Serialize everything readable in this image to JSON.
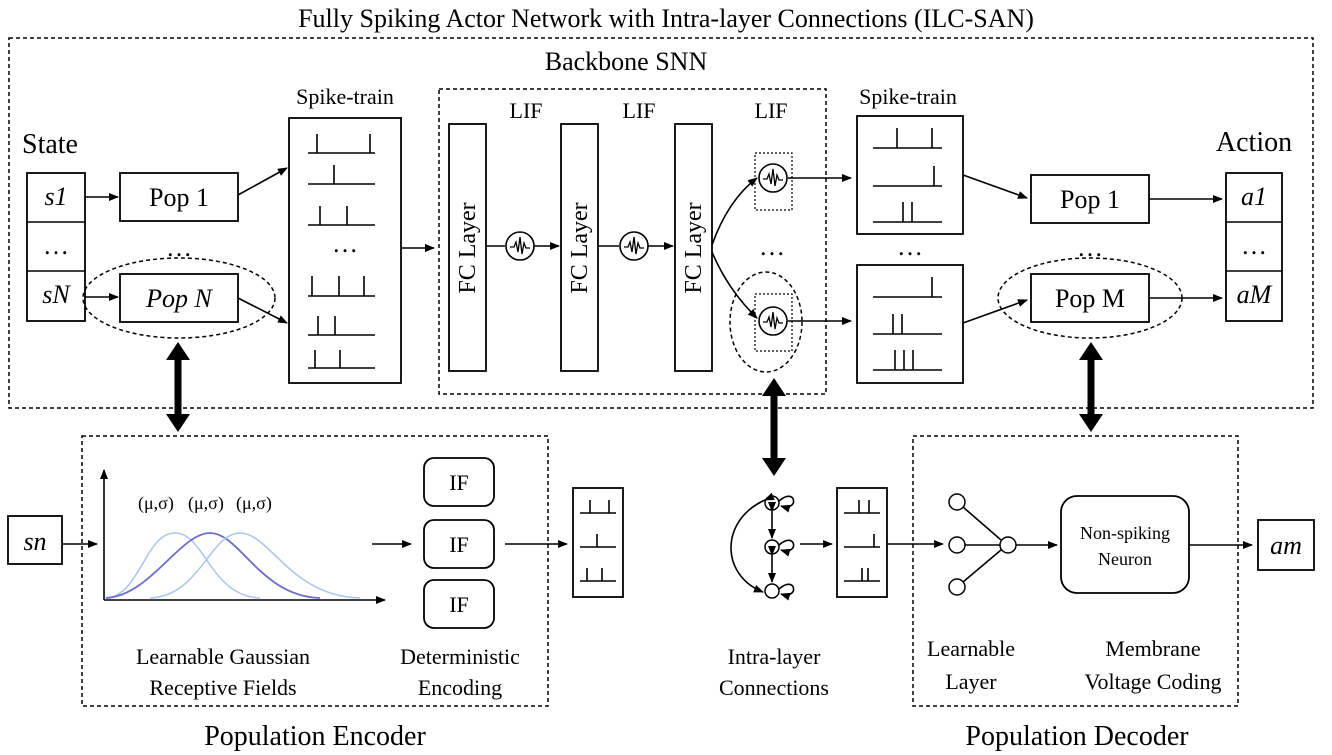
{
  "title": "Fully Spiking Actor Network with Intra-layer Connections (ILC-SAN)",
  "backbone_label": "Backbone SNN",
  "state_label": "State",
  "action_label": "Action",
  "state_cells": [
    "s1",
    "…",
    "sN"
  ],
  "action_cells": [
    "a1",
    "…",
    "aM"
  ],
  "pop_in_1": "Pop 1",
  "pop_in_n": "Pop N",
  "pop_out_1": "Pop 1",
  "pop_out_m": "Pop M",
  "spike_train_left": "Spike-train",
  "spike_train_right": "Spike-train",
  "lif_labels": [
    "LIF",
    "LIF",
    "LIF"
  ],
  "fc_layer_label": "FC Layer",
  "ellipsis": "…",
  "gauss_param": "(μ,σ)",
  "if_label": "IF",
  "encoder_caption_1": "Learnable Gaussian",
  "encoder_caption_2": "Receptive Fields",
  "encoding_caption_1": "Deterministic",
  "encoding_caption_2": "Encoding",
  "intra_caption_1": "Intra-layer",
  "intra_caption_2": "Connections",
  "learnable_caption_1": "Learnable",
  "learnable_caption_2": "Layer",
  "membrane_caption_1": "Membrane",
  "membrane_caption_2": "Voltage Coding",
  "nonspiking_1": "Non-spiking",
  "nonspiking_2": "Neuron",
  "input_sn": "sn",
  "output_am": "am",
  "population_encoder": "Population Encoder",
  "population_decoder": "Population Decoder",
  "colors": {
    "gauss_dark": "#6a6ad8",
    "gauss_light": "#a9c8f0"
  }
}
